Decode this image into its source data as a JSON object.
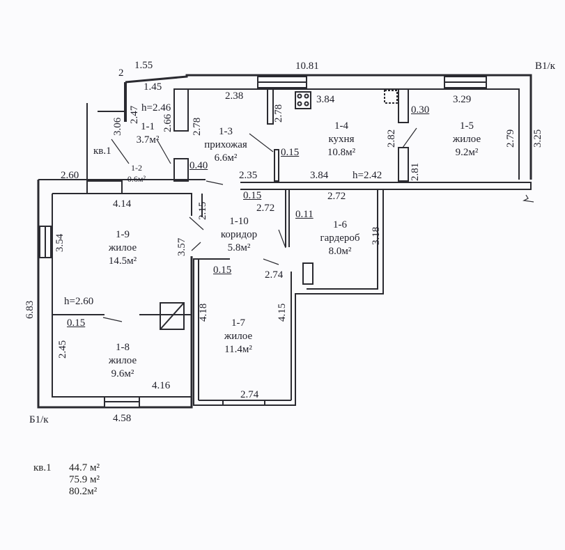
{
  "dimensions": [
    "1.55",
    "2",
    "10.81",
    "В1/к",
    "1.45",
    "2.38",
    "3.84",
    "3.29",
    "h=2.46",
    "2.47",
    "3.06",
    "2.66",
    "2.78",
    "2.78",
    "0.30",
    "2.82",
    "2.79",
    "3.25",
    "0.15",
    "0.40",
    "2.60",
    "2.35",
    "3.84",
    "h=2.42",
    "2.81",
    "0.15",
    "2.72",
    "2.72",
    "0.11",
    "4.14",
    "2.15",
    "3.54",
    "3.57",
    "3.18",
    "2.74",
    "0.15",
    "6.83",
    "h=2.60",
    "0.15",
    "4.18",
    "4.15",
    "2.45",
    "4.16",
    "2.74",
    "Б1/к",
    "4.58"
  ],
  "rooms": [
    {
      "id": "1-1",
      "name": "",
      "area": "3.7м²"
    },
    {
      "id": "1-2",
      "name": "",
      "area": "0.6м²"
    },
    {
      "id": "1-3",
      "name": "прихожая",
      "area": "6.6м²"
    },
    {
      "id": "1-4",
      "name": "кухня",
      "area": "10.8м²"
    },
    {
      "id": "1-5",
      "name": "жилое",
      "area": "9.2м²"
    },
    {
      "id": "1-6",
      "name": "гардероб",
      "area": "8.0м²"
    },
    {
      "id": "1-7",
      "name": "жилое",
      "area": "11.4м²"
    },
    {
      "id": "1-8",
      "name": "жилое",
      "area": "9.6м²"
    },
    {
      "id": "1-9",
      "name": "жилое",
      "area": "14.5м²"
    },
    {
      "id": "1-10",
      "name": "коридор",
      "area": "5.8м²"
    }
  ],
  "apartment_label": "кв.1",
  "summary": {
    "label": "кв.1",
    "living": "44.7 м²",
    "total": "75.9 м²",
    "total_with_balcony": "80.2м²"
  }
}
